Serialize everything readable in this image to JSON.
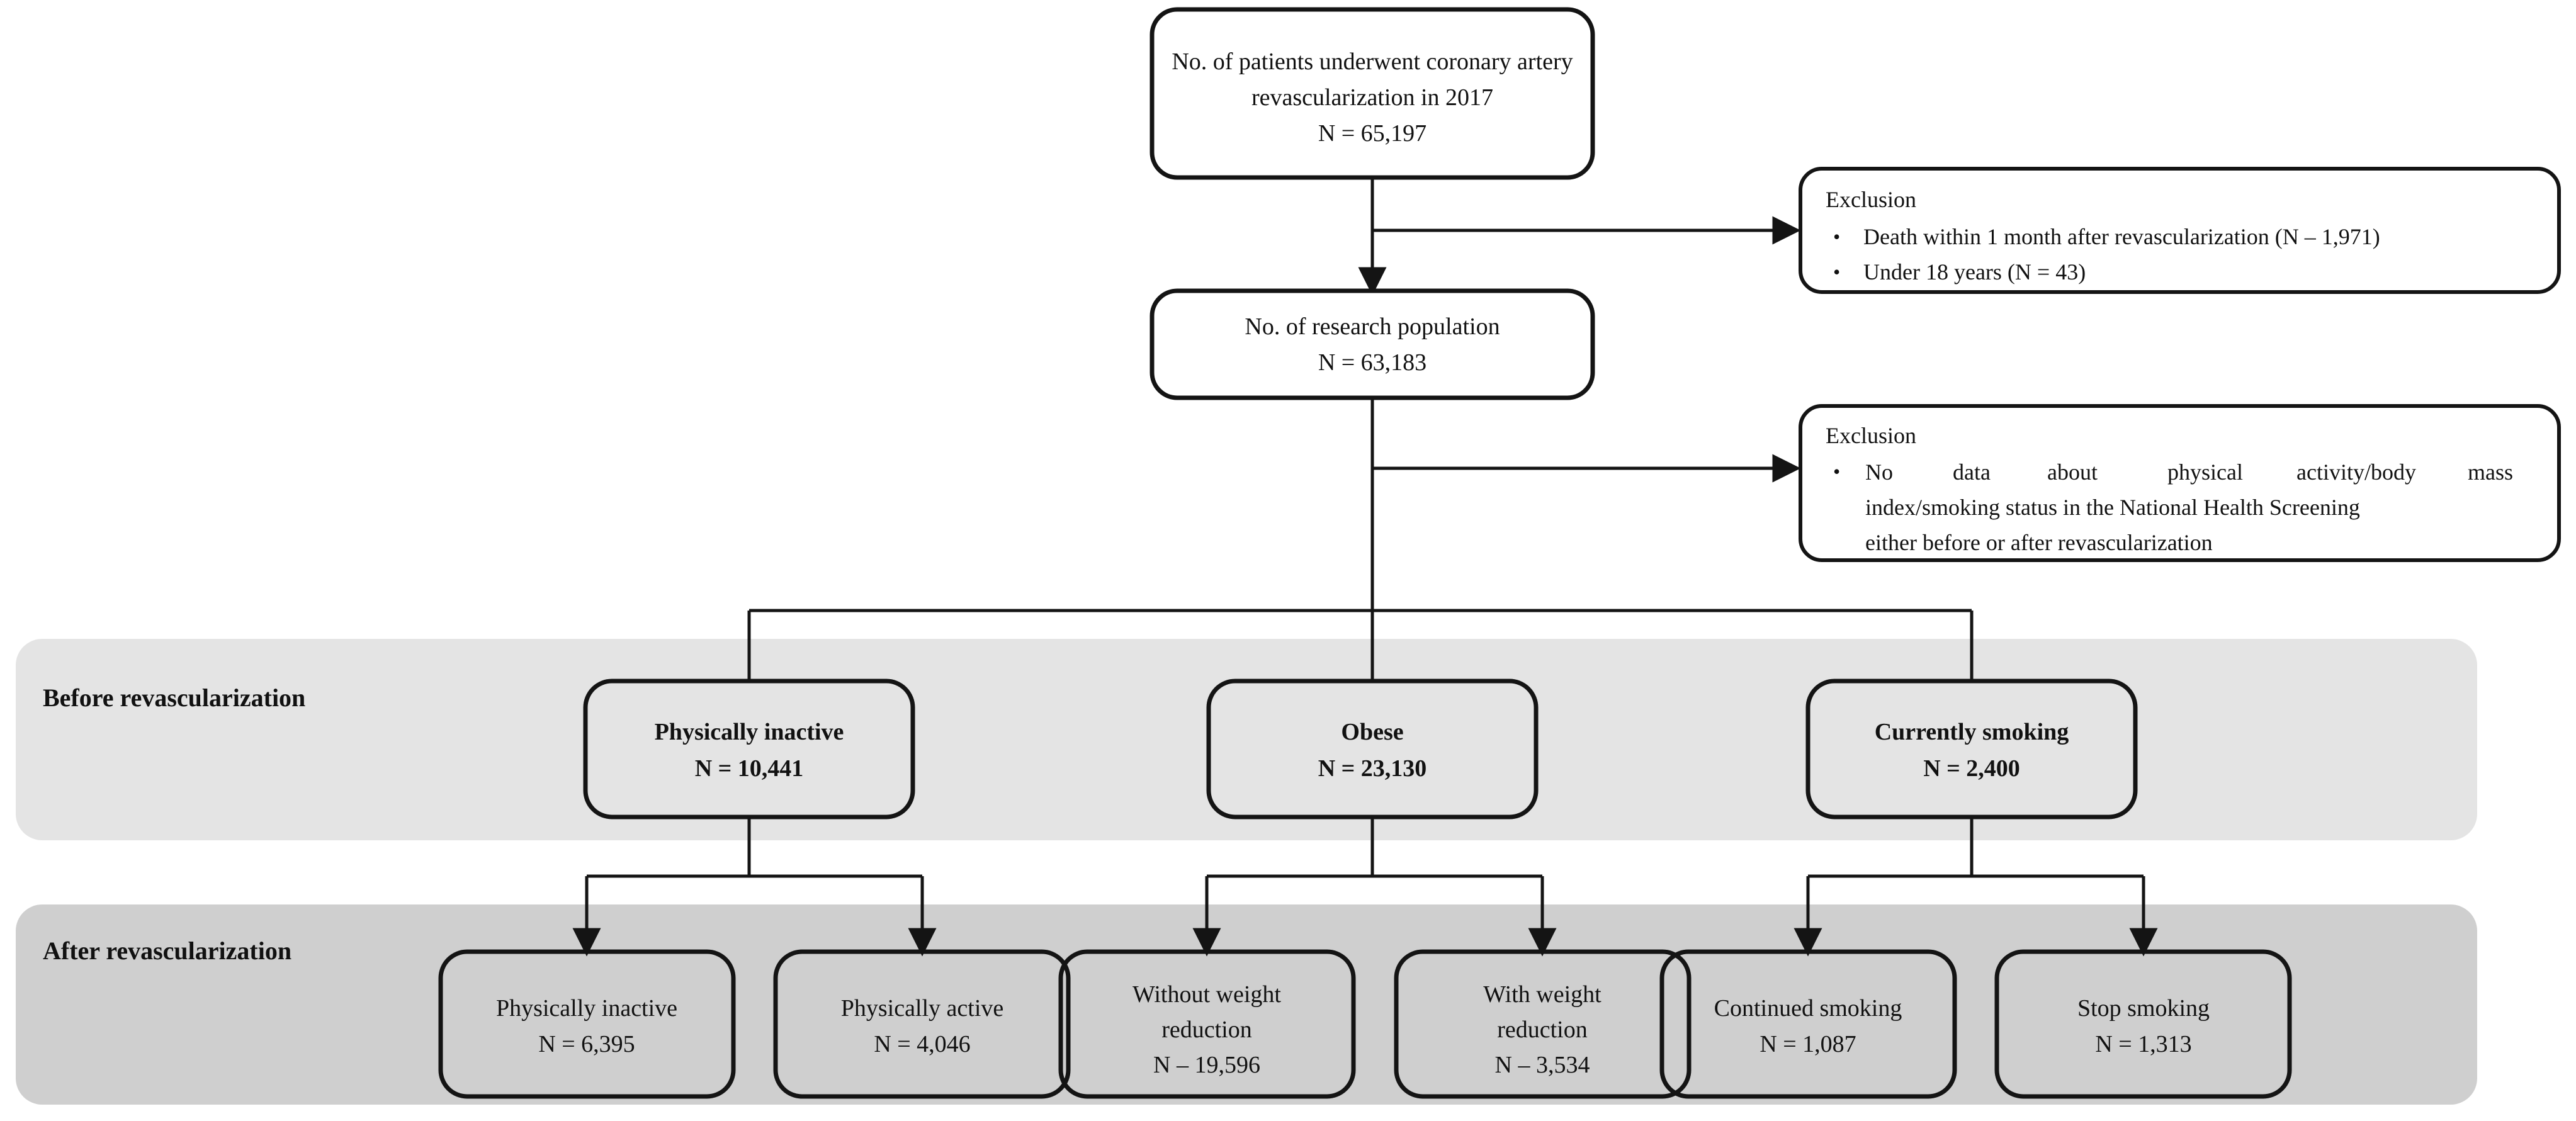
{
  "figure": {
    "type": "flowchart",
    "title_present": false,
    "colors": {
      "band_before_bg": "#e4e4e4",
      "band_after_bg": "#cfcfcf",
      "box_fill_white": "#ffffff",
      "stroke": "#141414",
      "text": "#111111"
    }
  },
  "nodes": {
    "enrolled": {
      "line1": "No. of patients underwent coronary artery",
      "line2": "revascularization in 2017",
      "line3": "N = 65,197"
    },
    "population": {
      "line1": "No. of research population",
      "line2": "N = 63,183"
    },
    "exclusion1": {
      "heading": "Exclusion",
      "items": [
        "Death within 1 month after revascularization (N – 1,971)",
        "Under 18 years (N = 43)"
      ]
    },
    "exclusion2": {
      "heading": "Exclusion",
      "items_lines": [
        [
          "No",
          "data",
          "about",
          "physical",
          "activity/body",
          "mass"
        ],
        [
          "index/smoking status in the National Health Screening"
        ],
        [
          "either before or after revascularization"
        ]
      ],
      "item_plain": "No data about physical activity/body mass index/smoking status in the National Health Screening either before or after revascularization"
    }
  },
  "bands": {
    "before": {
      "label": "Before revascularization"
    },
    "after": {
      "label": "After revascularization"
    }
  },
  "before_groups": [
    {
      "label": "Physically inactive",
      "n": "N = 10,441"
    },
    {
      "label": "Obese",
      "n": "N = 23,130"
    },
    {
      "label": "Currently smoking",
      "n": "N = 2,400"
    }
  ],
  "after_groups": [
    {
      "line1": "Physically inactive",
      "line2": "",
      "n": "N = 6,395"
    },
    {
      "line1": "Physically active",
      "line2": "",
      "n": "N = 4,046"
    },
    {
      "line1": "Without weight",
      "line2": "reduction",
      "n": "N – 19,596"
    },
    {
      "line1": "With weight",
      "line2": "reduction",
      "n": "N – 3,534"
    },
    {
      "line1": "Continued smoking",
      "line2": "",
      "n": "N = 1,087"
    },
    {
      "line1": "Stop smoking",
      "line2": "",
      "n": "N = 1,313"
    }
  ]
}
